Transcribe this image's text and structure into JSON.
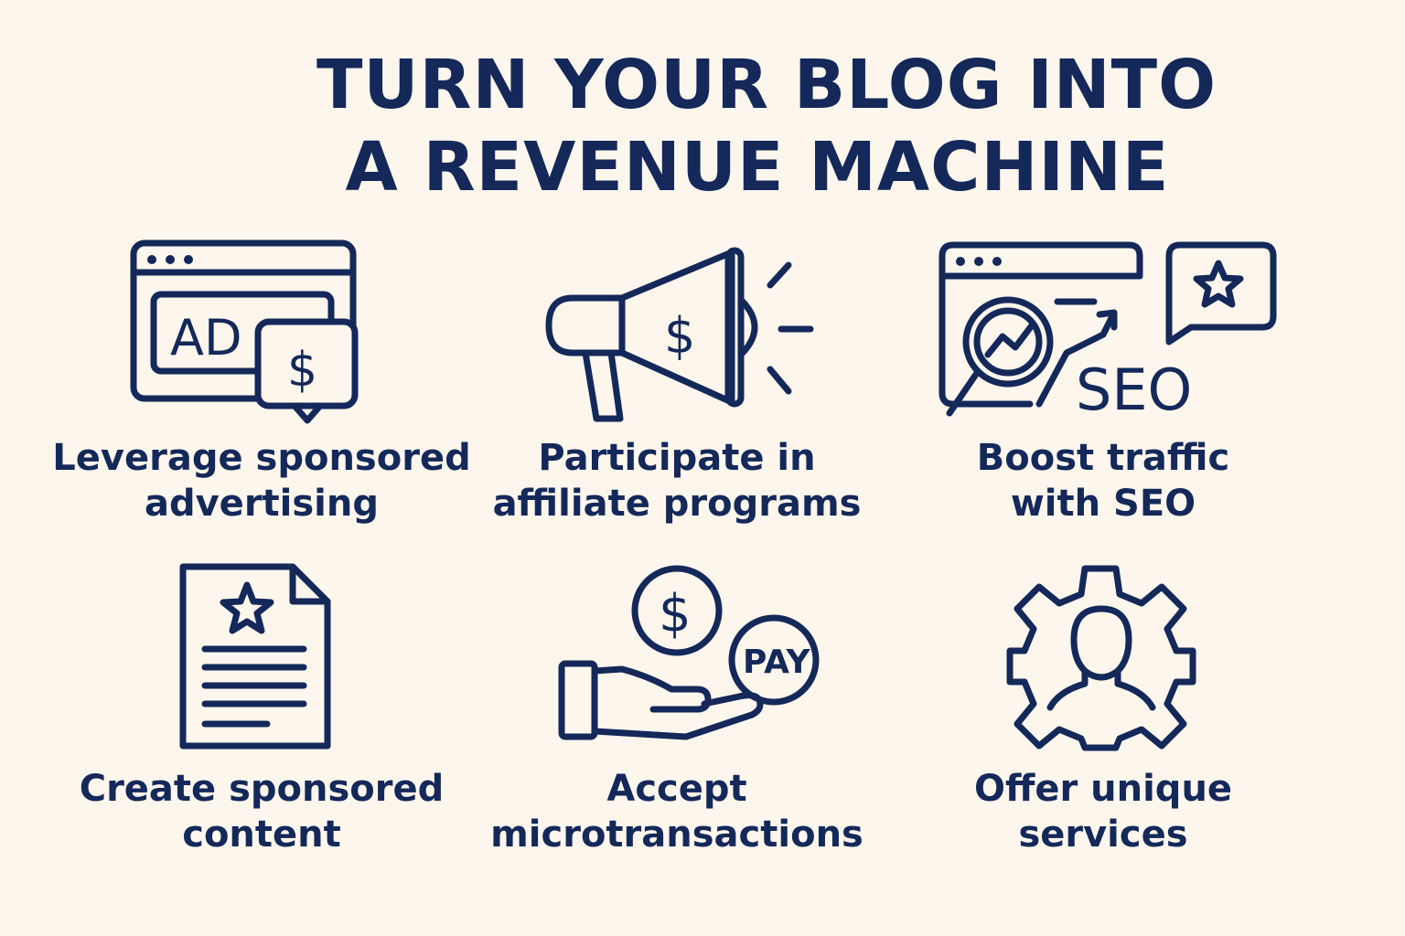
{
  "title": {
    "line1": "TURN YOUR BLOG INTO",
    "line2": "A REVENUE MACHINE"
  },
  "items": [
    {
      "icon": "ad-browser-icon",
      "icon_text": "AD",
      "symbol": "$",
      "line1": "Leverage sponsored",
      "line2": "advertising"
    },
    {
      "icon": "megaphone-icon",
      "symbol": "$",
      "line1": "Participate in",
      "line2": "affiliate programs"
    },
    {
      "icon": "seo-search-icon",
      "icon_text": "SEO",
      "line1": "Boost traffic",
      "line2": "with SEO"
    },
    {
      "icon": "document-star-icon",
      "line1": "Create sponsored",
      "line2": "content"
    },
    {
      "icon": "hand-coin-pay-icon",
      "symbol": "$",
      "icon_text": "PAY",
      "line1": "Accept",
      "line2": "microtransactions"
    },
    {
      "icon": "gear-person-icon",
      "line1": "Offer unique",
      "line2": "services"
    }
  ],
  "colors": {
    "background": "#fcf6ec",
    "ink": "#14285a"
  }
}
